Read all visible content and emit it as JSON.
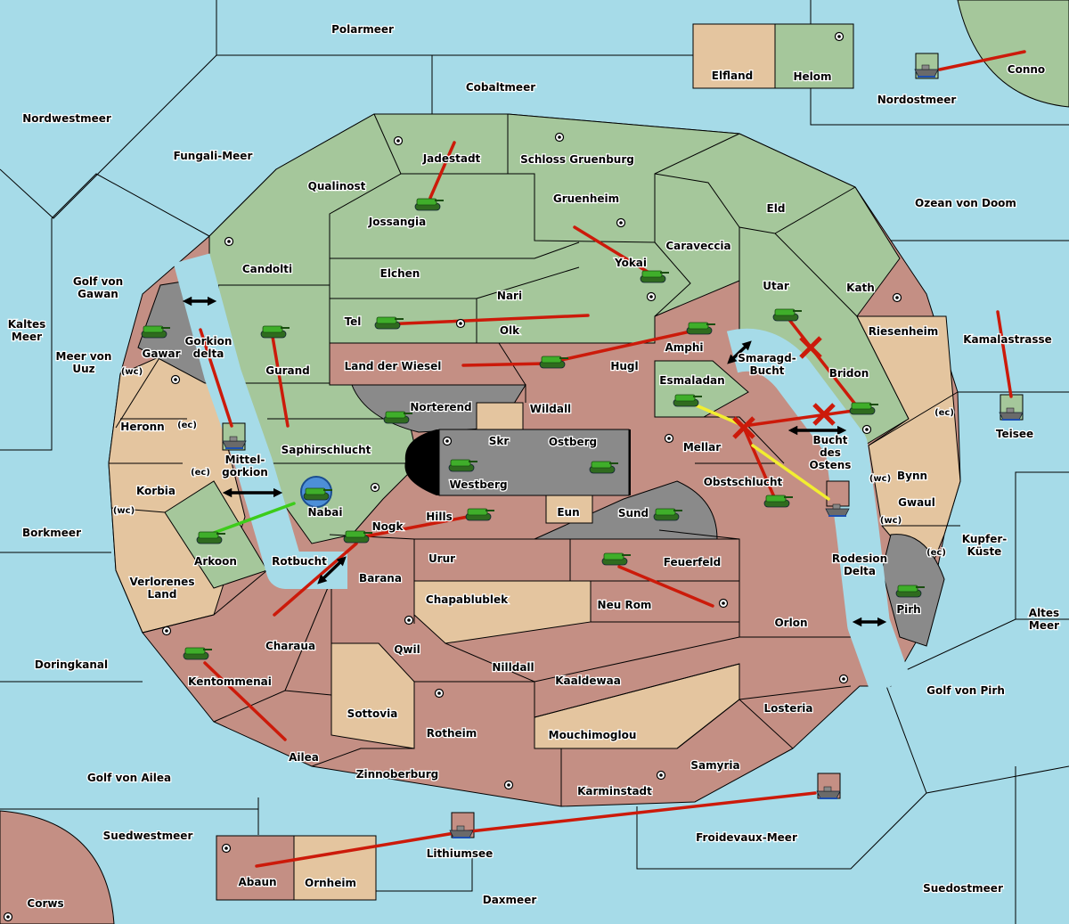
{
  "colors": {
    "sea": "#a6dbe8",
    "green_power": "#a5c79b",
    "red_power": "#c48f84",
    "neutral": "#e4c59f",
    "impassable": "#8a8a8a",
    "move_order": "#cc1a0a",
    "support_order": "#f2ee30",
    "support_hold": "#3ccc1a"
  },
  "icons": {
    "army": "tank-icon",
    "fleet": "warship-icon",
    "supply_center": "supply-center-dot-icon",
    "dislodged": "red-x-icon",
    "convoy": "double-arrow-icon"
  },
  "regions": {
    "polarmeer": "Polarmeer",
    "cobaltmeer": "Cobaltmeer",
    "elfland": "Elfland",
    "helom": "Helom",
    "conno": "Conno",
    "nordostmeer": "Nordostmeer",
    "nordwestmeer": "Nordwestmeer",
    "fungali": "Fungali-Meer",
    "jadestadt": "Jadestadt",
    "schloss": "Schloss Gruenburg",
    "qualinost": "Qualinost",
    "jossangia": "Jossangia",
    "gruenheim": "Gruenheim",
    "eld": "Eld",
    "ozean": "Ozean von Doom",
    "caraveccia": "Caraveccia",
    "candolti": "Candolti",
    "elchen": "Elchen",
    "yokai": "Yokai",
    "golfgawan": "Golf von Gawan",
    "nari": "Nari",
    "utar": "Utar",
    "kath": "Kath",
    "tel": "Tel",
    "olk": "Olk",
    "riesenheim": "Riesenheim",
    "kamala": "Kamalastrasse",
    "kaltes": "Kaltes Meer",
    "gawar": "Gawar",
    "gorkion": "Gorkion delta",
    "amphi": "Amphi",
    "uuz": "Meer von Uuz",
    "wiesel": "Land der Wiesel",
    "hugl": "Hugl",
    "smaragd": "Smaragd-Bucht",
    "gurand": "Gurand",
    "bridon": "Bridon",
    "esmaladan": "Esmaladan",
    "norterend": "Norterend",
    "wildall": "Wildall",
    "heronn": "Heronn",
    "teisee": "Teisee",
    "skr": "Skr",
    "ostberg": "Ostberg",
    "mellar": "Mellar",
    "saphir": "Saphirschlucht",
    "mittelgorkion": "Mittel-gorkion",
    "bucht": "Bucht des Ostens",
    "bynn": "Bynn",
    "korbia": "Korbia",
    "westberg": "Westberg",
    "obstschlucht": "Obstschlucht",
    "nabai": "Nabai",
    "eun": "Eun",
    "sund": "Sund",
    "gwaul": "Gwaul",
    "hills": "Hills",
    "borkmeer": "Borkmeer",
    "nogk": "Nogk",
    "kupfer": "Kupfer-Küste",
    "arkoon": "Arkoon",
    "rotbucht": "Rotbucht",
    "urur": "Urur",
    "feuerfeld": "Feuerfeld",
    "rodesion": "Rodesion Delta",
    "barana": "Barana",
    "verlorenes": "Verlorenes Land",
    "chapa": "Chapablublek",
    "neurom": "Neu Rom",
    "pirh": "Pirh",
    "orlon": "Orlon",
    "altes": "Altes Meer",
    "charaua": "Charaua",
    "qwil": "Qwil",
    "doringkanal": "Doringkanal",
    "nilldall": "Nilldall",
    "kentommenai": "Kentommenai",
    "kaaldewaa": "Kaaldewaa",
    "golfpirh": "Golf von Pirh",
    "losteria": "Losteria",
    "sottovia": "Sottovia",
    "rotheim": "Rotheim",
    "mouchi": "Mouchimoglou",
    "ailea": "Ailea",
    "samyria": "Samyria",
    "zinnoberburg": "Zinnoberburg",
    "golfailea": "Golf von Ailea",
    "karminstadt": "Karminstadt",
    "suedwestmeer": "Suedwestmeer",
    "froidevaux": "Froidevaux-Meer",
    "lithium": "Lithiumsee",
    "abaun": "Abaun",
    "ornheim": "Ornheim",
    "suedostmeer": "Suedostmeer",
    "daxmeer": "Daxmeer",
    "corws": "Corws"
  },
  "coast_labels": {
    "gawar_wc": "(wc)",
    "heronn_ec": "(ec)",
    "korbia_ec": "(ec)",
    "korbia_wc": "(wc)",
    "riesen_ec": "(ec)",
    "bynn_wc": "(wc)",
    "gwaul_wc": "(wc)",
    "gwaul_ec": "(ec)"
  }
}
